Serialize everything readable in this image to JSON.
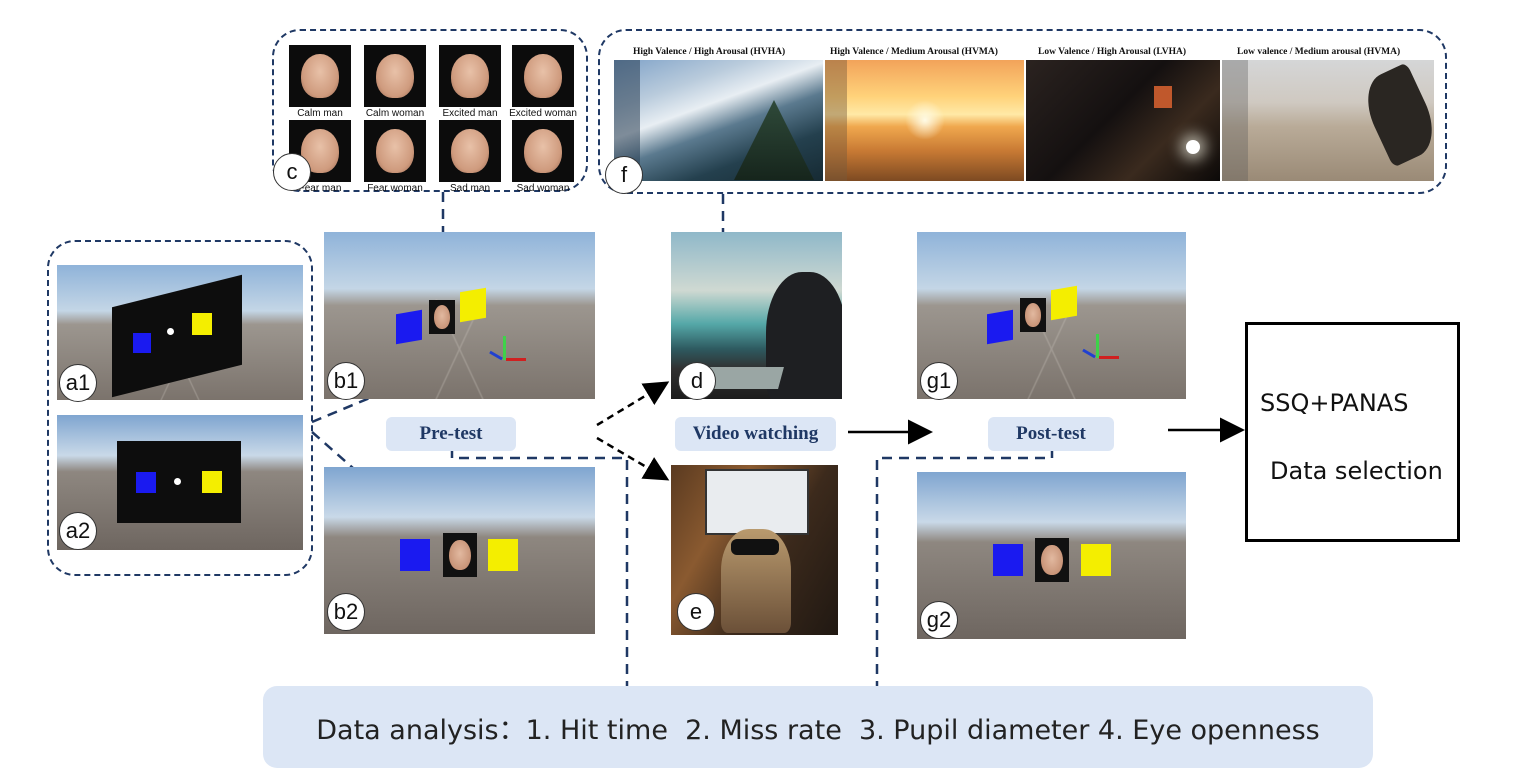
{
  "panels": {
    "a1": "a1",
    "a2": "a2",
    "b1": "b1",
    "b2": "b2",
    "c": "c",
    "d": "d",
    "e": "e",
    "f": "f",
    "g1": "g1",
    "g2": "g2"
  },
  "stages": {
    "pretest": "Pre-test",
    "video": "Video watching",
    "posttest": "Post-test"
  },
  "faces": [
    {
      "label": "Calm man"
    },
    {
      "label": "Calm woman"
    },
    {
      "label": "Excited man"
    },
    {
      "label": "Excited woman"
    },
    {
      "label": "Fear man"
    },
    {
      "label": "Fear woman"
    },
    {
      "label": "Sad man"
    },
    {
      "label": "Sad woman"
    }
  ],
  "videos": [
    {
      "label": "High Valence / High Arousal (HVHA)"
    },
    {
      "label": "High Valence / Medium Arousal (HVMA)"
    },
    {
      "label": "Low Valence / High Arousal (LVHA)"
    },
    {
      "label": "Low valence / Medium arousal (HVMA)"
    }
  ],
  "final_box": {
    "line1": "SSQ+PANAS",
    "line2": "Data selection"
  },
  "analysis": "Data analysis：1. Hit time  2. Miss rate  3. Pupil diameter 4. Eye openness",
  "colors": {
    "dash_line": "#1f3864",
    "stage_bg": "#dce6f5",
    "analysis_bg": "#dce6f5",
    "cube_blue": "#1a1af0",
    "cube_yellow": "#f4ee00"
  }
}
